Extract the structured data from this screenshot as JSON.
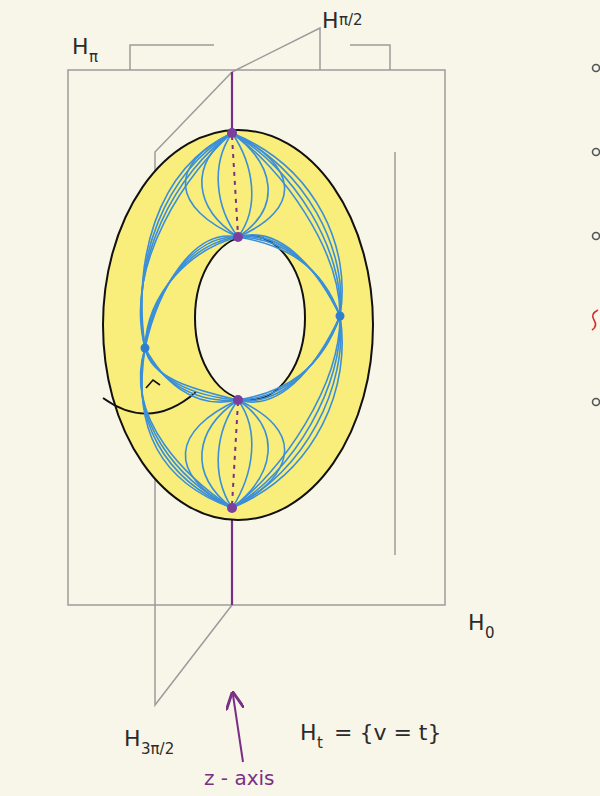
{
  "diagram": {
    "labels": [
      "H",
      "π/2",
      "H",
      "π",
      "H",
      "0",
      "H",
      "3π/2",
      "H",
      "t",
      "= {v = t}",
      "z - axis"
    ]
  }
}
